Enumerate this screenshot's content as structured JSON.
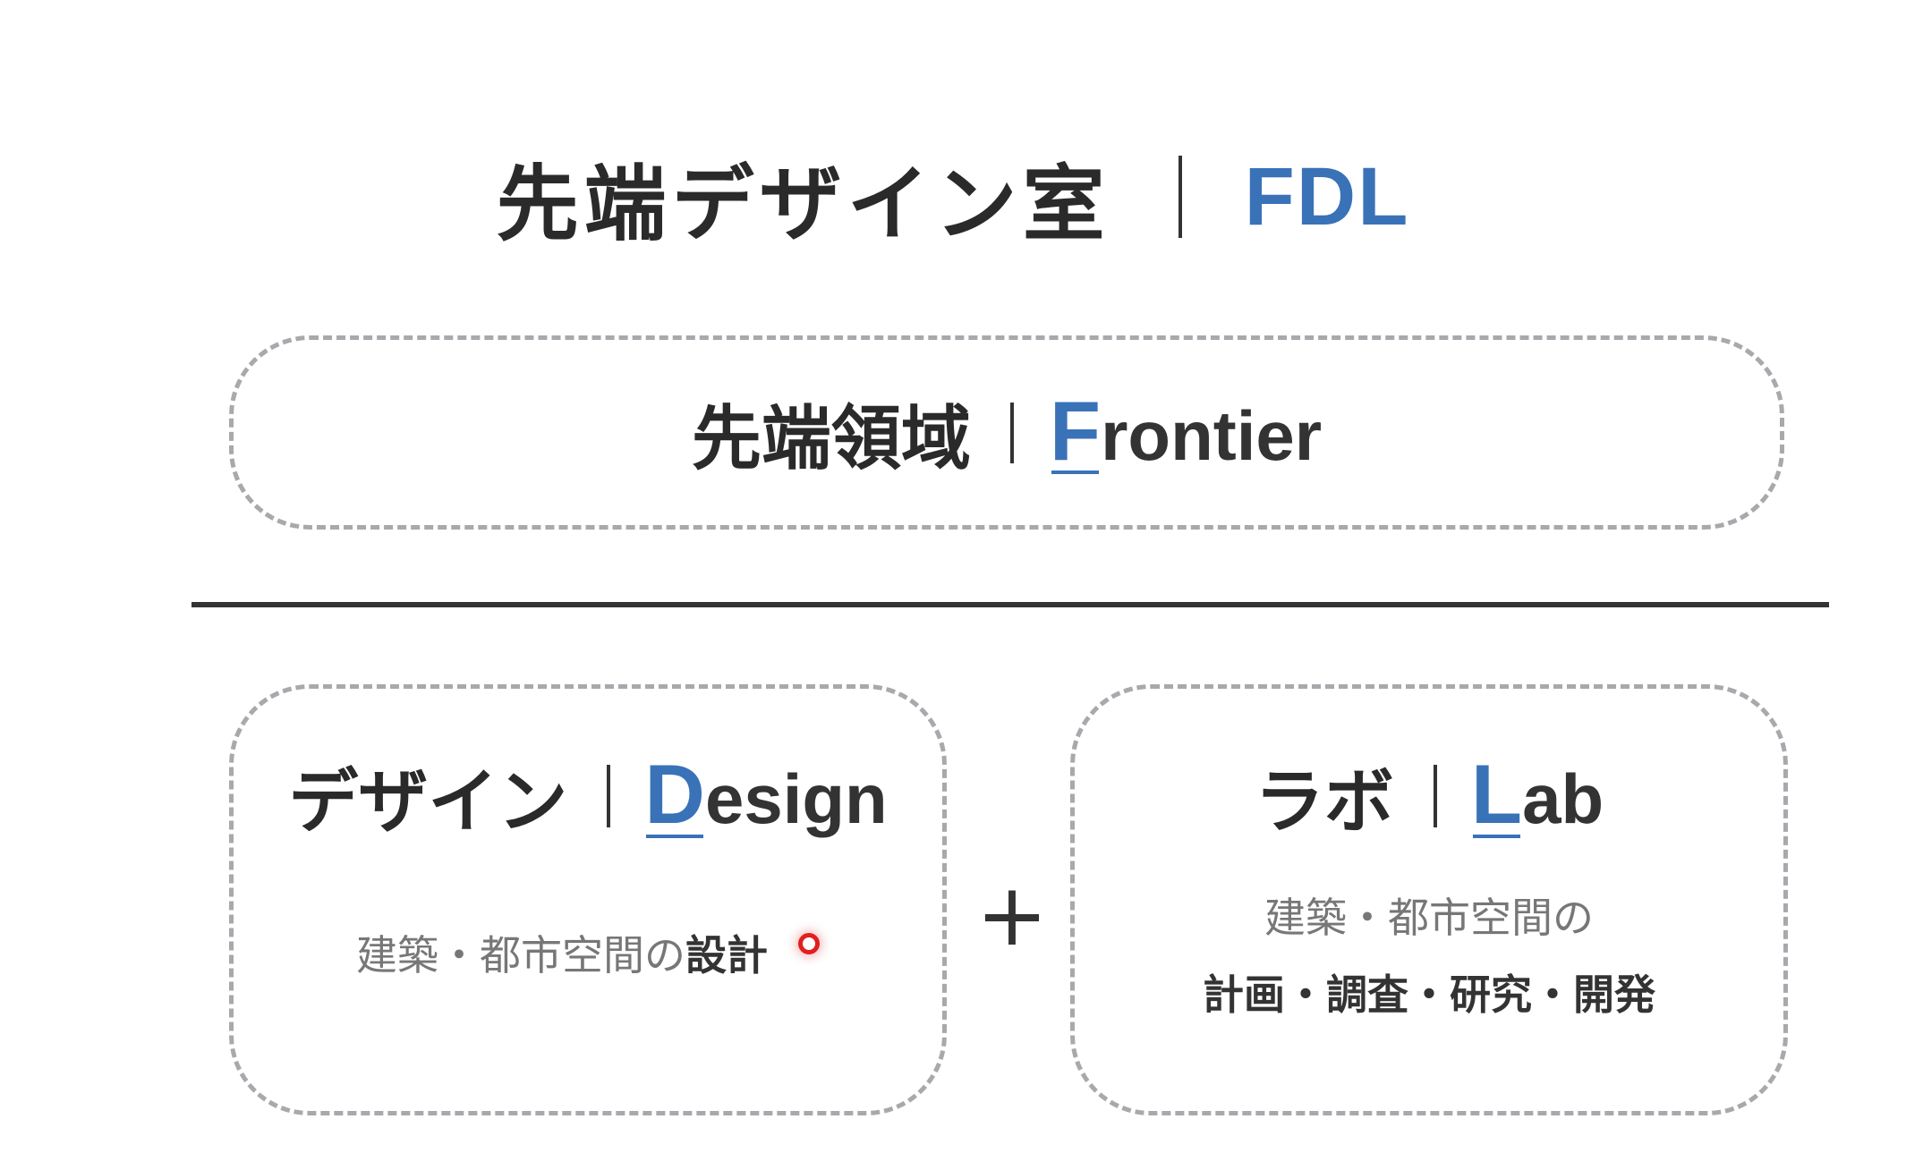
{
  "title": {
    "jp": "先端デザイン室",
    "en": "FDL"
  },
  "frontier": {
    "jp": "先端領域",
    "initial": "F",
    "rest": "rontier"
  },
  "design": {
    "jp": "デザイン",
    "initial": "D",
    "rest": "esign",
    "desc_plain": "建築・都市空間の",
    "desc_bold": "設計"
  },
  "connector": "+",
  "lab": {
    "jp": "ラボ",
    "initial": "L",
    "rest": "ab",
    "desc_line1": "建築・都市空間の",
    "desc_line2": "計画・調査・研究・開発"
  },
  "colors": {
    "accent": "#3a72b8",
    "dash": "#a8a8ad",
    "cursor": "#e02020"
  }
}
